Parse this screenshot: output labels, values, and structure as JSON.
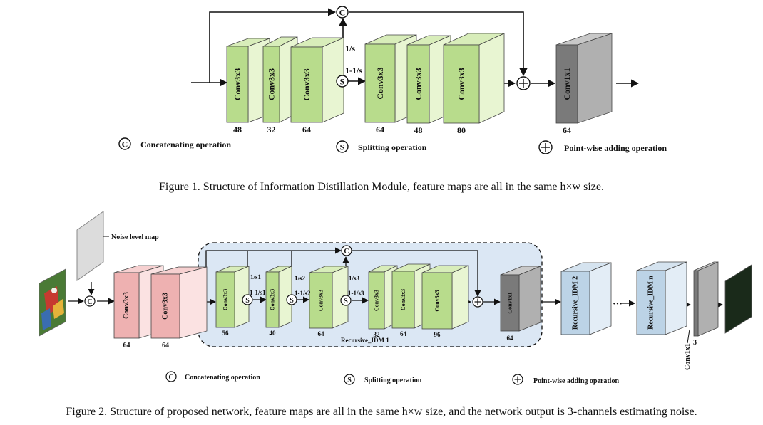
{
  "figure1": {
    "blocks": [
      {
        "label": "Conv3x3",
        "channels": "48"
      },
      {
        "label": "Conv3x3",
        "channels": "32"
      },
      {
        "label": "Conv3x3",
        "channels": "64"
      },
      {
        "label": "Conv3x3",
        "channels": "64"
      },
      {
        "label": "Conv3x3",
        "channels": "48"
      },
      {
        "label": "Conv3x3",
        "channels": "80"
      },
      {
        "label": "Conv1x1",
        "channels": "64"
      }
    ],
    "split_upper_label": "1/s",
    "split_lower_label": "1-1/s",
    "legend": {
      "concat_symbol": "C",
      "concat": "Concatenating operation",
      "split_symbol": "S",
      "split": "Splitting operation",
      "add_symbol": "+",
      "add": "Point-wise adding operation"
    },
    "caption": "Figure 1. Structure of Information Distillation Module, feature maps are all in the same h×w size."
  },
  "figure2": {
    "noise_map_label": "Noise level map",
    "head_blocks": [
      {
        "label": "Conv3x3",
        "channels": "64"
      },
      {
        "label": "Conv3x3",
        "channels": "64"
      }
    ],
    "idm_blocks": [
      {
        "label": "Conv3x3",
        "channels": "56"
      },
      {
        "label": "Conv3x3",
        "channels": "40"
      },
      {
        "label": "Conv3x3",
        "channels": "64"
      },
      {
        "label": "Conv3x3",
        "channels": "32"
      },
      {
        "label": "Conv3x3",
        "channels": "64"
      },
      {
        "label": "Conv3x3",
        "channels": "96"
      }
    ],
    "split1_upper": "1/s1",
    "split1_lower": "1-1/s1",
    "split2_upper": "1/s2",
    "split2_lower": "1-1/s2",
    "split3_upper": "1/s3",
    "split3_lower": "1-1/s3",
    "idm_out": {
      "label": "Conv1x1",
      "channels": "64"
    },
    "idm_name": "Recursive_IDM 1",
    "recursive_2": "Recursive_IDM 2",
    "recursive_n": "Recursive_IDM n",
    "dots": "···",
    "final_conv": {
      "label": "Conv1x1",
      "channels": "3"
    },
    "legend": {
      "concat_symbol": "C",
      "concat": "Concatenating operation",
      "split_symbol": "S",
      "split": "Splitting operation",
      "add_symbol": "+",
      "add": "Point-wise adding operation"
    },
    "caption": "Figure 2. Structure of proposed network, feature maps are all in the same h×w size, and the network output is 3-channels estimating noise."
  },
  "colors": {
    "green_front": "#b8dc8c",
    "green_side": "#e8f5d2",
    "green_top": "#d8edba",
    "gray_front": "#7a7a7a",
    "gray_side": "#b0b0b0",
    "gray_top": "#c8c8c8",
    "pink_front": "#eeb1b1",
    "pink_side": "#fbe2e2",
    "pink_top": "#f6d0d0",
    "blue_front": "#bcd3e6",
    "blue_side": "#e3edf6",
    "blue_top": "#d5e3ef",
    "idm_background": "#dbe7f4"
  }
}
